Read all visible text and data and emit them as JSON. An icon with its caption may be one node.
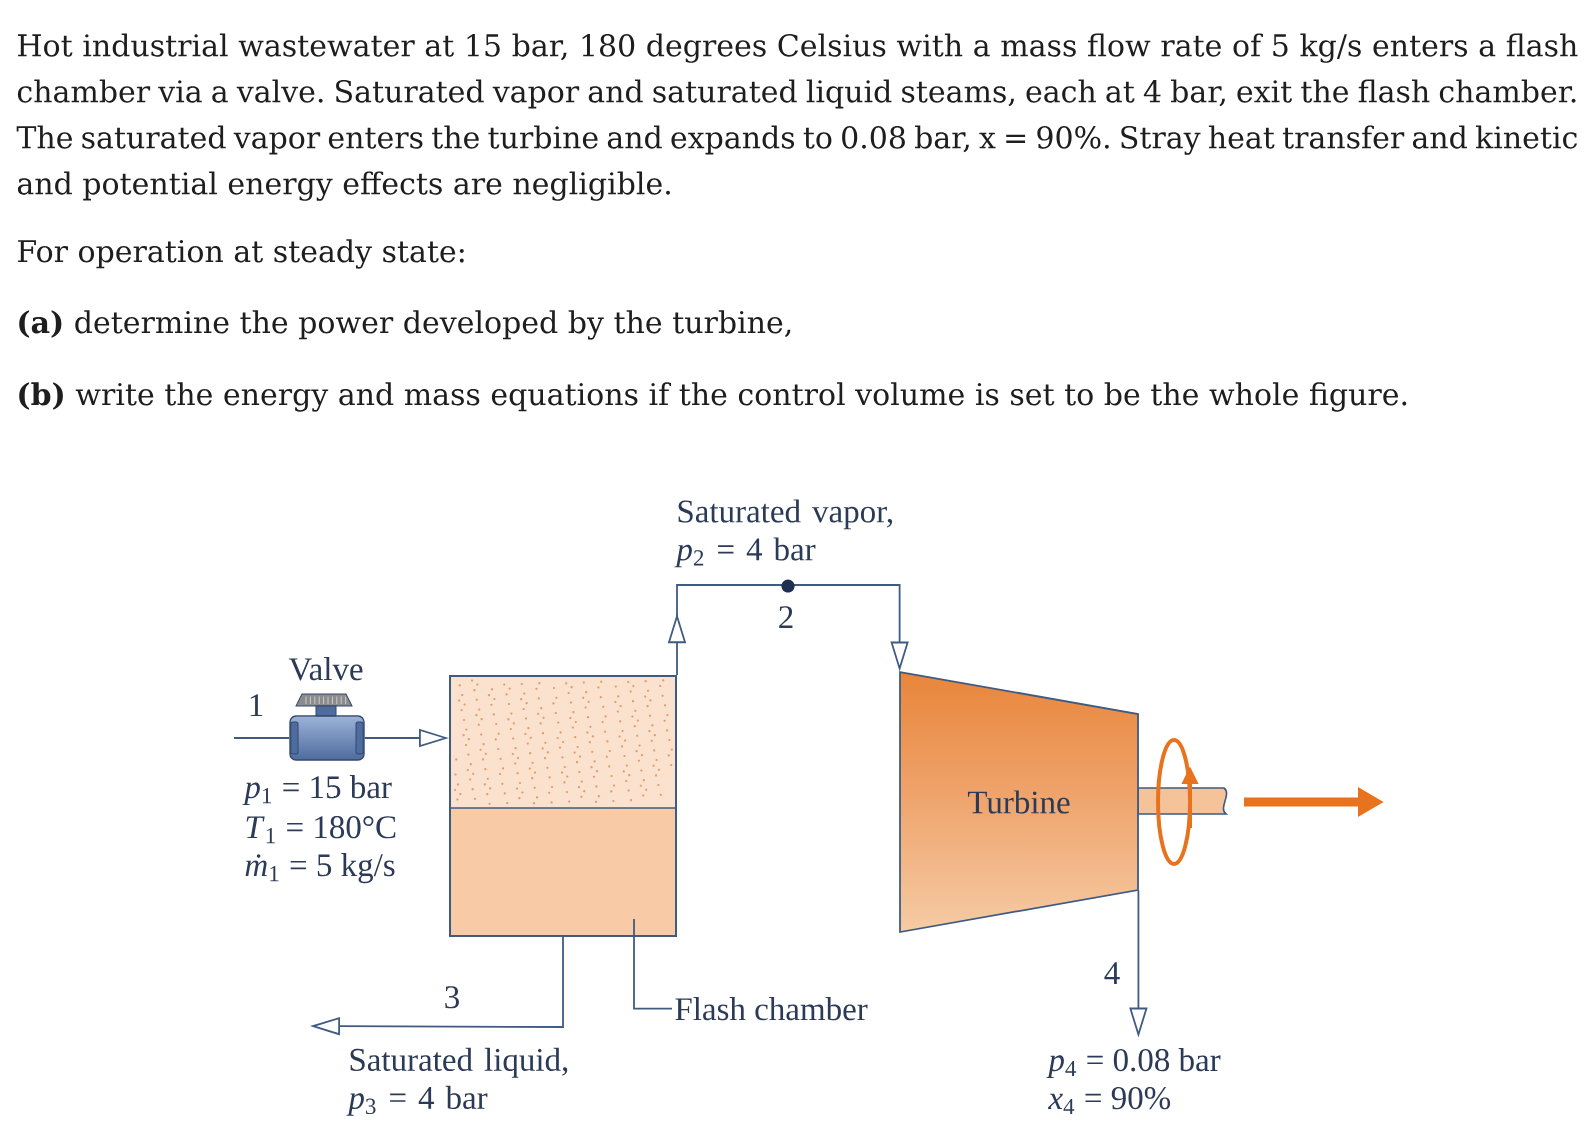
{
  "diagram": {
    "nodes": [
      {
        "text": [
          "Valve"
        ]
      },
      {
        "text": [],
        "shape": "box"
      },
      {
        "text": [
          "Turbine"
        ]
      },
      {
        "text": [
          "Flash chamber"
        ]
      },
      {
        "text": [
          "Saturated liquid, *p*$_{3}$ = 4 bar"
        ]
      },
      {
        "text": [
          "*p*$_{4}$ = 0.08 bar",
          "*x*$_{4}$ = 90%"
        ]
      }
    ],
    "edges": [
      {
        "from": null,
        "to": 0,
        "arrow": "none",
        "label": "1"
      },
      {
        "from": 0,
        "to": 1,
        "arrow": "to"
      },
      {
        "from": 1,
        "to": 2,
        "arrow": "to",
        "label": "2"
      },
      {
        "from": 1,
        "to": 4,
        "arrow": "to",
        "label": "3"
      },
      {
        "from": 2,
        "to": 5,
        "arrow": "to",
        "label": "4"
      },
      {
        "from": 3,
        "to": 1,
        "arrow": "none"
      }
    ],
    "labels": [
      "Hot industrial wastewater at 15 bar, 180 degrees Celsius with a mass flow rate of 5 kg/s enters a flash chamber via a valve. Saturated vapor and saturated liquid steams, each at 4 bar, exit the flash chamber. The saturated vapor enters the turbine and expands to 0.08 bar, x = 90%. Stray heat transfer and kinetic and potential energy effects are negligible.",
      "For operation at steady state:",
      "**(a)** determine the power developed by the turbine,",
      "**(b)** write the energy and mass equations if the control volume is set to be the whole figure.",
      "Saturated vapor, *p*$_{2}$ = 4 bar",
      "*p*$_{1}$ = 15 bar",
      "*T*$_{1}$ = 180°C",
      "*ṁ*$_{1}$ = 5 kg/s"
    ]
  }
}
